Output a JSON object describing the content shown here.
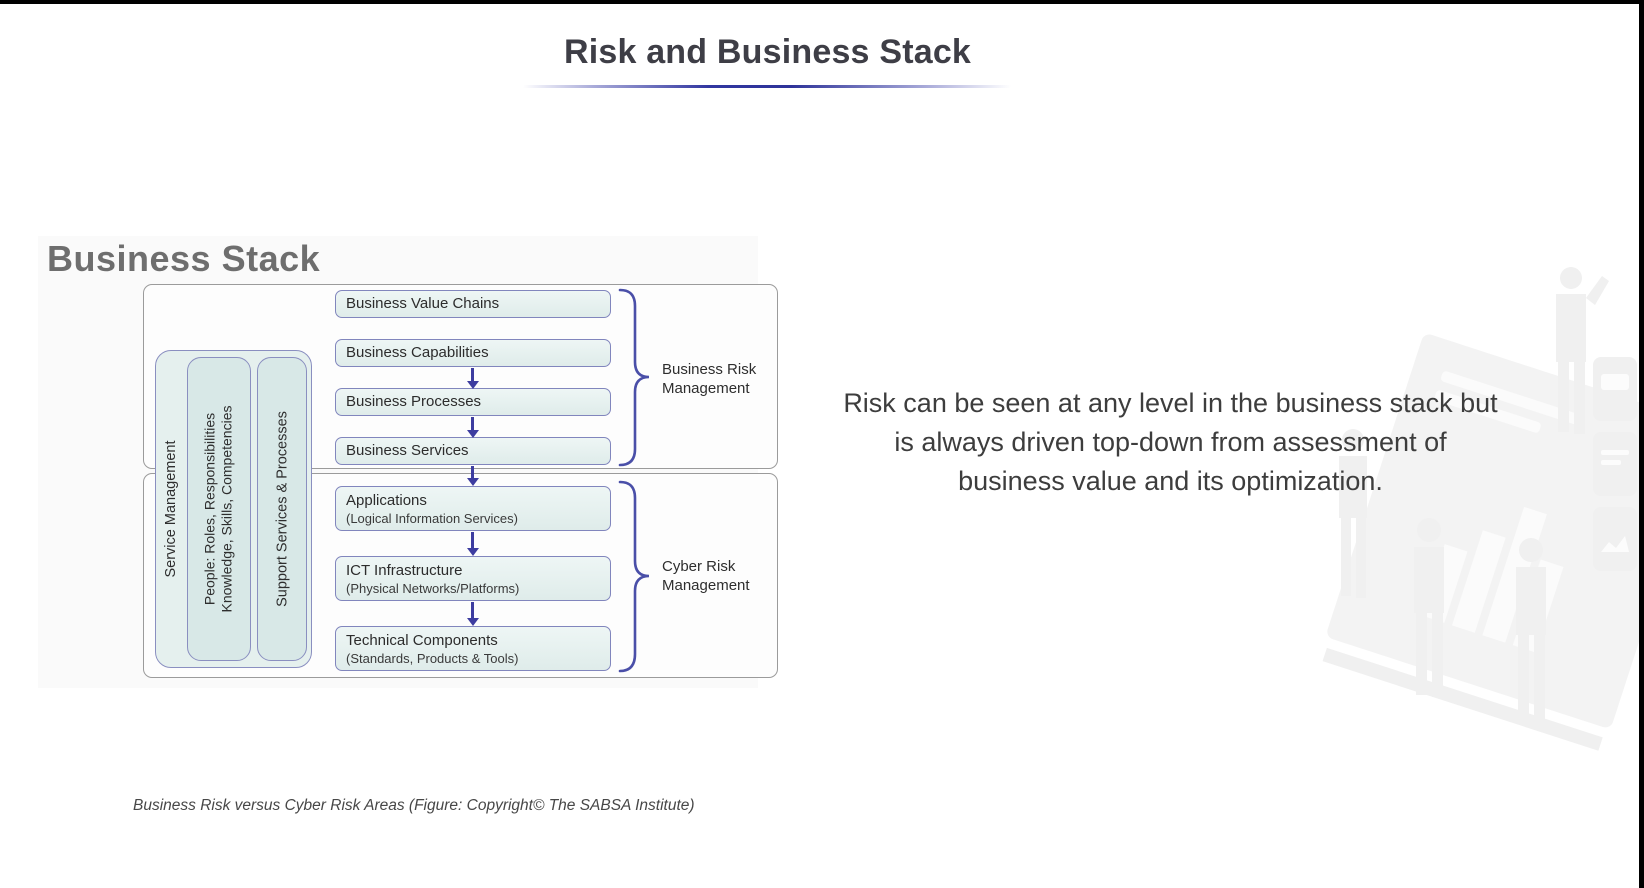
{
  "header": {
    "title": "Risk and Business Stack"
  },
  "main_text": {
    "paragraph": "Risk can be seen at any level in the business stack but is always driven top-down from assessment of business value and its optimization."
  },
  "figure": {
    "heading": "Business Stack",
    "caption": "Business Risk versus Cyber Risk Areas (Figure: Copyright© The SABSA Institute)",
    "business_layers": [
      {
        "title": "Business Value Chains"
      },
      {
        "title": "Business Capabilities"
      },
      {
        "title": "Business Processes"
      },
      {
        "title": "Business Services"
      }
    ],
    "cyber_layers": [
      {
        "title": "Applications",
        "subtitle": "(Logical Information Services)"
      },
      {
        "title": "ICT Infrastructure",
        "subtitle": "(Physical Networks/Platforms)"
      },
      {
        "title": "Technical Components",
        "subtitle": "(Standards, Products & Tools)"
      }
    ],
    "side_bars": {
      "service_management": "Service Management",
      "people_line1": "People: Roles, Responsibilities",
      "people_line2": "Knowledge, Skills, Competencies",
      "support": "Support Services & Processes"
    },
    "brace_labels": {
      "business": "Business Risk Management",
      "cyber": "Cyber Risk Management"
    },
    "colors": {
      "box_fill": "#e4efee",
      "box_border": "#8186bd",
      "bar_fill": "#d8e8e7",
      "arrow": "#3d3da0",
      "brace": "#4a4fa8",
      "outer_border": "#9b9b9b",
      "title_accent": "#3136a0"
    }
  }
}
